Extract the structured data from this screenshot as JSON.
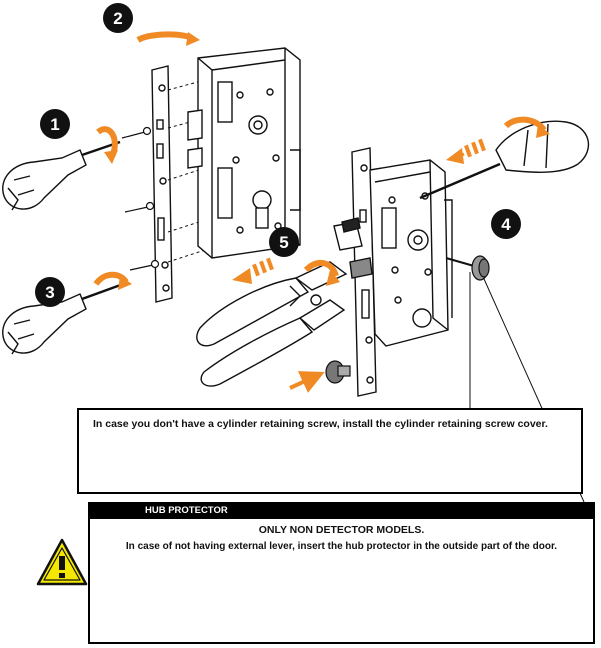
{
  "steps": [
    {
      "number": "1"
    },
    {
      "number": "2"
    },
    {
      "number": "3"
    },
    {
      "number": "4"
    },
    {
      "number": "5"
    }
  ],
  "colors": {
    "accent_orange": "#f08a24",
    "step_badge": "#111111",
    "warning_yellow": "#f5e800",
    "line": "#111111"
  },
  "cylinder_note": {
    "text": "In case you don't have a cylinder retaining screw, install the cylinder retaining screw cover."
  },
  "hub_note": {
    "header": "HUB PROTECTOR",
    "line1": "ONLY NON DETECTOR MODELS.",
    "line2": "In case of not having external lever, insert the hub protector in the outside part of the door."
  },
  "icons": [
    "screwdriver-icon",
    "pliers-icon",
    "warning-icon",
    "rotate-arrow-icon",
    "direction-arrow-icon"
  ]
}
